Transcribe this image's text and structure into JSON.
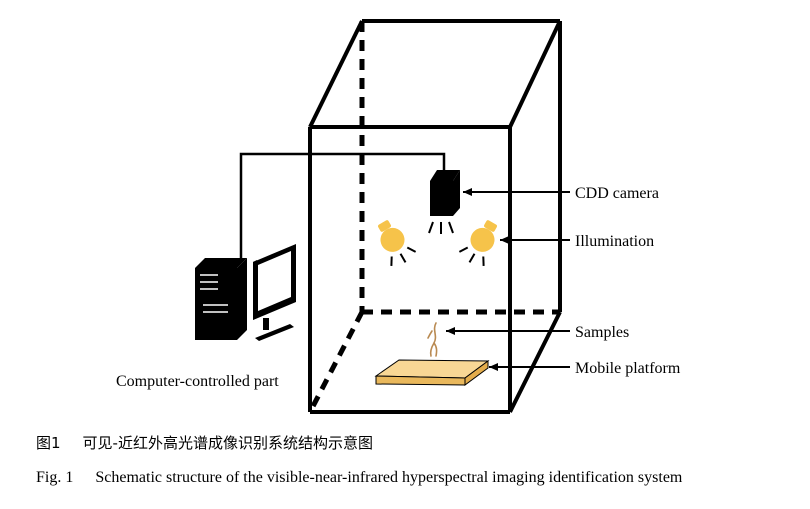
{
  "labels": {
    "ccd_camera": "CDD camera",
    "illumination": "Illumination",
    "samples": "Samples",
    "mobile_platform": "Mobile platform",
    "computer": "Computer-controlled part"
  },
  "caption": {
    "cn_number": "图1",
    "cn_text": "可见-近红外高光谱成像识别系统结构示意图",
    "en_number": "Fig. 1",
    "en_text": "Schematic structure of the visible-near-infrared hyperspectral imaging identification system"
  },
  "colors": {
    "line": "#000000",
    "bulb": "#f6c34a",
    "platform_top": "#f8d795",
    "platform_side": "#e9b85c"
  }
}
